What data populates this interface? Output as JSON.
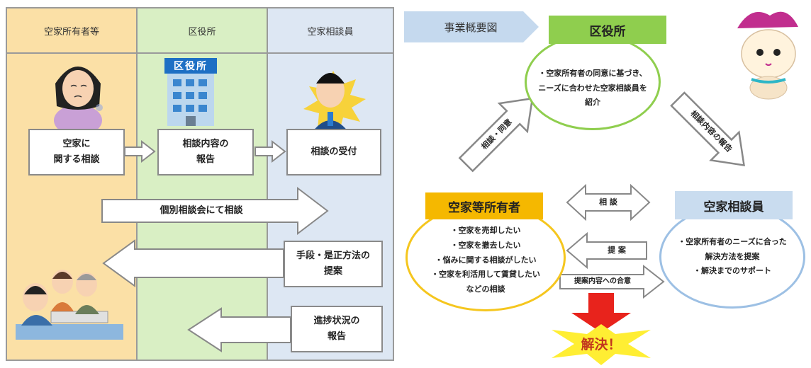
{
  "lanes": {
    "owner": "空家所有者等",
    "office": "区役所",
    "consultant": "空家相談員"
  },
  "office_sign": "区役所",
  "left_boxes": {
    "consult_about_vacancy": "空家に\n関する相談",
    "report_content": "相談内容の\n報告",
    "reception": "相談の受付",
    "proposal_method": "手段・是正方法の\n提案",
    "progress_report": "進捗状況の\n報告"
  },
  "left_arrows": {
    "individual_session": "個別相談会にて相談"
  },
  "right": {
    "title_tag": "事業概要図",
    "office_title": "区役所",
    "office_text": "・空家所有者の同意に基づき、\nニーズに合わせた空家相談員を\n紹介",
    "owner_title": "空家等所有者",
    "owner_text": "・空家を売却したい\n・空家を撤去したい\n・悩みに関する相談がしたい\n・空家を利活用して賃貸したい\nなどの相談",
    "consultant_title": "空家相談員",
    "consultant_text": "・空家所有者のニーズに合った\n解決方法を提案\n・解決までのサポート",
    "arrow_consent": "相談・同意",
    "arrow_report": "相談内容の報告",
    "arrow_consult": "相 談",
    "arrow_propose": "提 案",
    "arrow_agree": "提案内容への合意",
    "resolved": "解決！"
  },
  "colors": {
    "lane_owner": "#fbe0a6",
    "lane_office": "#d9efc4",
    "lane_consultant": "#dde7f3",
    "office_title_bg": "#8fce4e",
    "owner_title_bg": "#f5b800",
    "consultant_title_bg": "#c9dcef",
    "bubble_office_border": "#8fce4e",
    "bubble_owner_border": "#f5c61e",
    "bubble_consultant_border": "#9dc0e4",
    "resolve_star": "#ffee33",
    "resolve_text": "#c2361e",
    "down_arrow": "#e8231c"
  },
  "icons": [
    "worried-woman-icon",
    "office-building-icon",
    "consultant-man-icon",
    "meeting-people-icon",
    "mascot-icon"
  ]
}
